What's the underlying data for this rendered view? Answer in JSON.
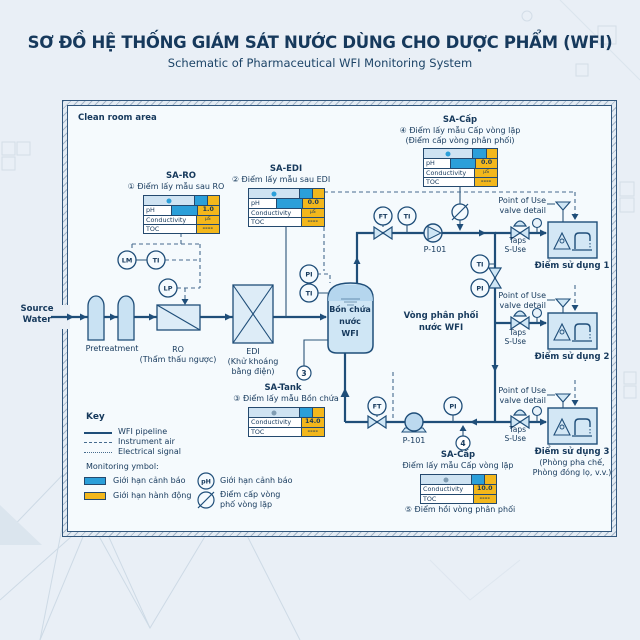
{
  "header": {
    "title": "SƠ ĐỒ HỆ THỐNG GIÁM SÁT NƯỚC DÙNG CHO DƯỢC PHẨM (WFI)",
    "subtitle": "Schematic of Pharmaceutical WFI Monitoring System"
  },
  "panel": {
    "clean_room": "Clean room area"
  },
  "source": {
    "line1": "Source",
    "line2": "Water"
  },
  "equipment": {
    "pretreatment": "Pretreatment",
    "ro_name": "RO",
    "ro_sub": "(Thẩm thấu ngược)",
    "edi_name": "EDI",
    "edi_sub1": "(Khử khoáng",
    "edi_sub2": "bằng điện)",
    "tank_line1": "Bồn chứa",
    "tank_line2": "nước",
    "tank_line3": "WFI",
    "pump_supply": "P-101",
    "pump_return": "P-101",
    "loop_line1": "Vòng phân phối",
    "loop_line2": "nước WFI"
  },
  "instruments": {
    "lm": "LM",
    "ti_ro": "TI",
    "lp": "LP",
    "pi_tank": "PI",
    "ti_tank": "TI",
    "ft_supply": "FT",
    "ti_supply": "TI",
    "ti_loop": "TI",
    "pi_loop": "PI",
    "ft_return": "FT",
    "pi_return": "PI"
  },
  "markers": {
    "tank": "3",
    "return": "4"
  },
  "samples": {
    "sa_ro": {
      "title": "SA-RO",
      "label": "① Điểm lấy mẫu sau RO",
      "ph_name": "pH",
      "ph_value": "1.0",
      "cond_name": "Conductivity",
      "cond_value": "µS",
      "toc_name": "TOC",
      "toc_value": "----"
    },
    "sa_edi": {
      "title": "SA-EDI",
      "label": "② Điểm lấy mẫu sau EDI",
      "ph_name": "pH",
      "ph_value": "0.0",
      "cond_name": "Conductivity",
      "cond_value": "µS",
      "toc_name": "TOC",
      "toc_value": "----"
    },
    "sa_cap_supply": {
      "title": "SA-Cấp",
      "label": "④ Điểm lấy mẫu Cấp vòng lặp",
      "label2": "(Điểm cấp vòng phân phối)",
      "ph_name": "pH",
      "ph_value": "0.0",
      "cond_name": "Conductivity",
      "cond_value": "µS",
      "toc_name": "TOC",
      "toc_value": "----"
    },
    "sa_tank": {
      "title": "SA-Tank",
      "label": "③ Điểm lấy mẫu Bồn chứa",
      "cond_name": "Conductivity",
      "cond_value": "14.0",
      "toc_name": "TOC",
      "toc_value": "----"
    },
    "sa_cap_return": {
      "title": "SA-Cấp",
      "label": "Điểm lấy mẫu Cấp vòng lặp",
      "cond_name": "Conductivity",
      "cond_value": "10.0",
      "toc_name": "TOC",
      "toc_value": "----",
      "footer": "⑤ Điểm hồi vòng phân phối"
    }
  },
  "points_of_use": [
    {
      "detail1": "Point of Use",
      "detail2": "valve detail",
      "taps": "Taps",
      "suse": "S-Use",
      "label": "Điểm sử dụng 1",
      "sub1": "",
      "sub2": ""
    },
    {
      "detail1": "Point of Use",
      "detail2": "valve detail",
      "taps": "Taps",
      "suse": "S-Use",
      "label": "Điểm sử dụng 2",
      "sub1": "",
      "sub2": ""
    },
    {
      "detail1": "Point of Use",
      "detail2": "valve detail",
      "taps": "Taps",
      "suse": "S-Use",
      "label": "Điểm sử dụng 3",
      "sub1": "(Phòng pha chế,",
      "sub2": "Phòng đóng lọ, v.v.)"
    }
  ],
  "key": {
    "title": "Key",
    "pipeline": "WFI pipeline",
    "instrument_air": "Instrument air",
    "electrical": "Electrical signal",
    "monitoring": "Monitoring ymbol:",
    "warning": "Giới hạn cảnh báo",
    "action": "Giới hạn hành động",
    "ph": "pH",
    "ph_label": "Giới hạn cảnh báo",
    "supply1": "Điểm cấp vòng",
    "supply2": "phố vòng lặp"
  },
  "colors": {
    "warning_blue": "#2b9fd9",
    "action_yellow": "#f3b71c",
    "pipe_navy": "#1f4e79"
  }
}
